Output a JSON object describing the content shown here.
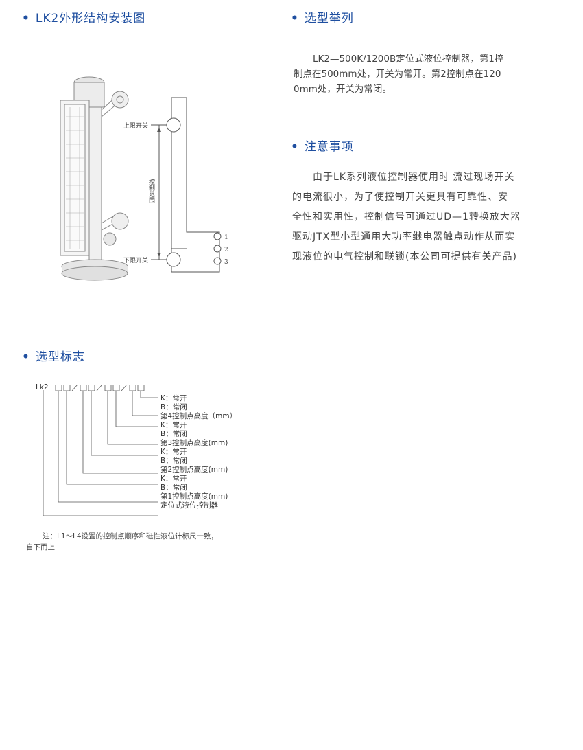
{
  "sections": {
    "install_title": "LK2外形结构安装图",
    "example_title": "选型举列",
    "notice_title": "注意事项",
    "code_title": "选型标志"
  },
  "example": {
    "line1": "LK2—500K/1200B定位式液位控制器，第1控",
    "line2": "制点在500mm处，开关为常开。第2控制点在120",
    "line3": "0mm处，开关为常闭。"
  },
  "notice": {
    "line1": "由于LK系列液位控制器使用时 流过现场开关",
    "line2": "的电流很小，为了使控制开关更具有可靠性、安",
    "line3": "全性和实用性，控制信号可通过UD—1转换放大器",
    "line4": "驱动JTX型小型通用大功率继电器触点动作从而实",
    "line5": "现液位的电气控制和联锁(本公司可提供有关产品)"
  },
  "drawing": {
    "upper_switch": "上限开关",
    "lower_switch": "下限开关",
    "control_range": "控制范围",
    "terminals": [
      "1",
      "2",
      "3"
    ]
  },
  "code": {
    "prefix": "Lk2",
    "labels": [
      "K：常开",
      "B：常闭",
      "第4控制点高度（mm）",
      "K：常开",
      "B：常闭",
      "第3控制点高度(mm)",
      "K：常开",
      "B：常闭",
      "第2控制点高度(mm)",
      "K：常开",
      "B：常闭",
      "第1控制点高度(mm)",
      "定位式液位控制器"
    ],
    "note_line1": "注：L1～L4设置的控制点顺序和磁性液位计标尺一致，",
    "note_line2": "自下而上"
  }
}
